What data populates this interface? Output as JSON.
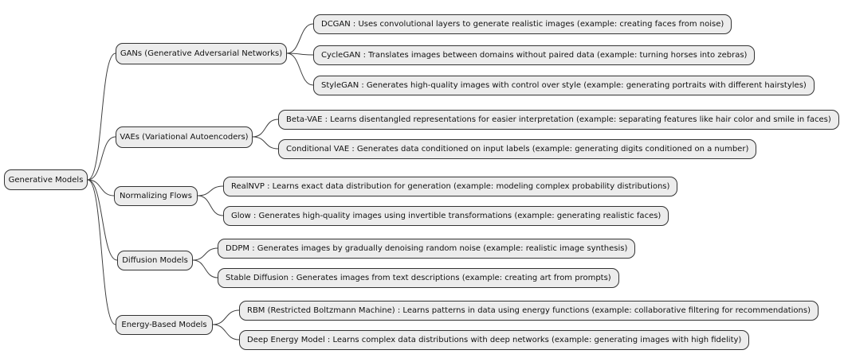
{
  "diagram": {
    "root": {
      "label": "Generative Models"
    },
    "branches": [
      {
        "label": "GANs (Generative Adversarial Networks)",
        "leaves": [
          "DCGAN : Uses convolutional layers to generate realistic images (example: creating faces from noise)",
          "CycleGAN : Translates images between domains without paired data (example: turning horses into zebras)",
          "StyleGAN : Generates high-quality images with control over style (example: generating portraits with different hairstyles)"
        ]
      },
      {
        "label": "VAEs (Variational Autoencoders)",
        "leaves": [
          "Beta-VAE : Learns disentangled representations for easier interpretation (example: separating features like hair color and smile in faces)",
          "Conditional VAE : Generates data conditioned on input labels (example: generating digits conditioned on a number)"
        ]
      },
      {
        "label": "Normalizing Flows",
        "leaves": [
          "RealNVP : Learns exact data distribution for generation (example: modeling complex probability distributions)",
          "Glow : Generates high-quality images using invertible transformations (example: generating realistic faces)"
        ]
      },
      {
        "label": "Diffusion Models",
        "leaves": [
          "DDPM : Generates images by gradually denoising random noise (example: realistic image synthesis)",
          "Stable Diffusion : Generates images from text descriptions (example: creating art from prompts)"
        ]
      },
      {
        "label": "Energy-Based Models",
        "leaves": [
          "RBM (Restricted Boltzmann Machine) : Learns patterns in data using energy functions (example: collaborative filtering for recommendations)",
          "Deep Energy Model : Learns complex data distributions with deep networks (example: generating images with high fidelity)"
        ]
      }
    ],
    "colors": {
      "node_fill": "#ececec",
      "node_border": "#333333",
      "edge": "#3f3f3f",
      "text": "#111111",
      "background": "#ffffff"
    }
  }
}
